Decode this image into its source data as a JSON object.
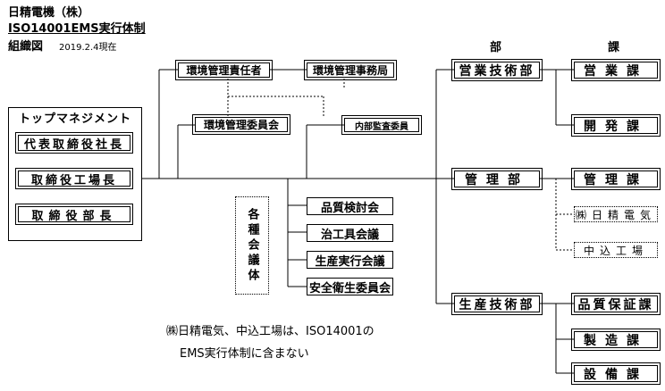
{
  "header": {
    "company": "日精電機（株）",
    "system": "ISO14001EMS実行体制",
    "title": "組織図",
    "date": "2019.2.4現在"
  },
  "column_headers": {
    "division": "部",
    "section": "課"
  },
  "top_management": {
    "title": "トップマネジメント",
    "members": [
      "代表取締役社長",
      "取締役工場長",
      "取締役部長"
    ]
  },
  "env_nodes": {
    "manager": "環境管理責任者",
    "office": "環境管理事務局",
    "committee": "環境管理委員会",
    "auditor": "内部監査委員"
  },
  "meetings": {
    "label": "各種会議体",
    "items": [
      "品質検討会",
      "治工具会議",
      "生産実行会議",
      "安全衛生委員会"
    ]
  },
  "divisions": [
    {
      "name": "営業技術部",
      "sections": [
        "営業課",
        "開発課"
      ]
    },
    {
      "name": "管理部",
      "sections": [
        "管理課"
      ],
      "external": [
        "㈱日精電気",
        "中込工場"
      ]
    },
    {
      "name": "生産技術部",
      "sections": [
        "品質保証課",
        "製造課",
        "設備課"
      ]
    }
  ],
  "note": {
    "line1": "㈱日精電気、中込工場は、ISO14001の",
    "line2": "EMS実行体制に含まない"
  }
}
